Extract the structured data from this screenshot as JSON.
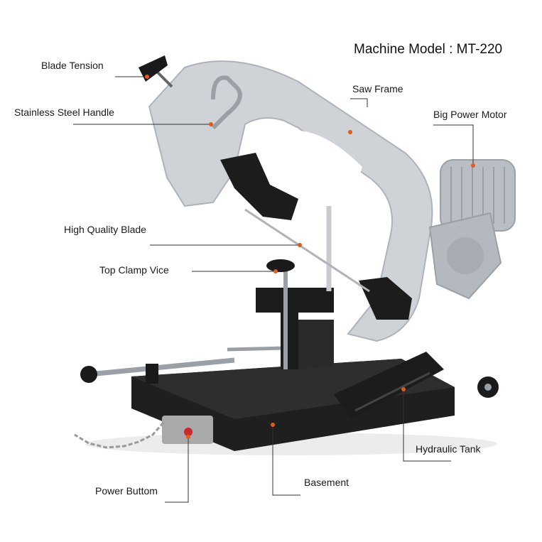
{
  "title": "Machine Model : MT-220",
  "labels": {
    "blade_tension": "Blade Tension",
    "stainless_handle": "Stainless Steel Handle",
    "saw_frame": "Saw Frame",
    "power_motor": "Big Power Motor",
    "blade": "High Quality Blade",
    "clamp_vice": "Top Clamp Vice",
    "hydraulic_tank": "Hydraulic Tank",
    "power_button": "Power Buttom",
    "basement": "Basement"
  },
  "colors": {
    "leader_line": "#333333",
    "marker_dot": "#e25a1c",
    "frame": "#cfd3d8",
    "machine_dark": "#1c1c1c",
    "motor": "#b9bec5"
  },
  "icons": {
    "machine": "band-saw-machine-illustration"
  }
}
